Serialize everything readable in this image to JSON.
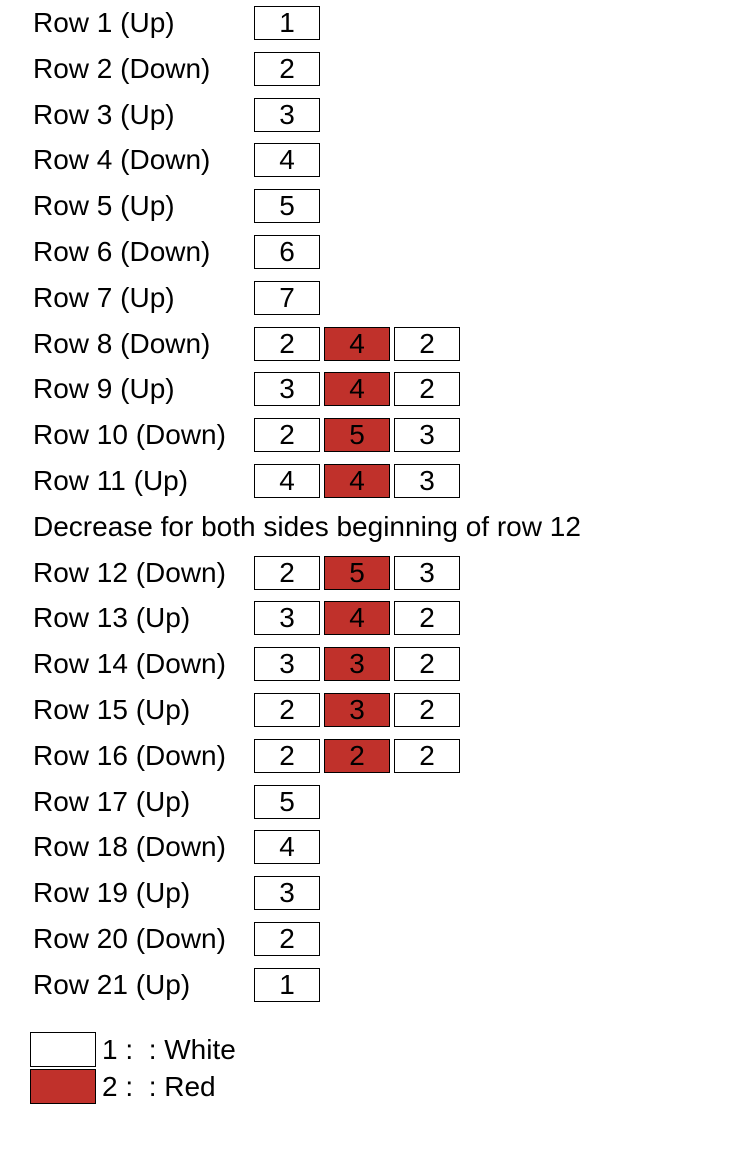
{
  "colors": {
    "white": "#ffffff",
    "red": "#c0312b"
  },
  "pattern": [
    {
      "type": "row",
      "label": "Row 1 (Up)",
      "cells": [
        {
          "count": "1",
          "color": "white"
        }
      ]
    },
    {
      "type": "row",
      "label": "Row 2 (Down)",
      "cells": [
        {
          "count": "2",
          "color": "white"
        }
      ]
    },
    {
      "type": "row",
      "label": "Row 3 (Up)",
      "cells": [
        {
          "count": "3",
          "color": "white"
        }
      ]
    },
    {
      "type": "row",
      "label": "Row 4 (Down)",
      "cells": [
        {
          "count": "4",
          "color": "white"
        }
      ]
    },
    {
      "type": "row",
      "label": "Row 5 (Up)",
      "cells": [
        {
          "count": "5",
          "color": "white"
        }
      ]
    },
    {
      "type": "row",
      "label": "Row 6 (Down)",
      "cells": [
        {
          "count": "6",
          "color": "white"
        }
      ]
    },
    {
      "type": "row",
      "label": "Row 7 (Up)",
      "cells": [
        {
          "count": "7",
          "color": "white"
        }
      ]
    },
    {
      "type": "row",
      "label": "Row 8 (Down)",
      "cells": [
        {
          "count": "2",
          "color": "white"
        },
        {
          "count": "4",
          "color": "red"
        },
        {
          "count": "2",
          "color": "white"
        }
      ]
    },
    {
      "type": "row",
      "label": "Row 9 (Up)",
      "cells": [
        {
          "count": "3",
          "color": "white"
        },
        {
          "count": "4",
          "color": "red"
        },
        {
          "count": "2",
          "color": "white"
        }
      ]
    },
    {
      "type": "row",
      "label": "Row 10 (Down)",
      "cells": [
        {
          "count": "2",
          "color": "white"
        },
        {
          "count": "5",
          "color": "red"
        },
        {
          "count": "3",
          "color": "white"
        }
      ]
    },
    {
      "type": "row",
      "label": "Row 11 (Up)",
      "cells": [
        {
          "count": "4",
          "color": "white"
        },
        {
          "count": "4",
          "color": "red"
        },
        {
          "count": "3",
          "color": "white"
        }
      ]
    },
    {
      "type": "note",
      "text": "Decrease for both sides beginning of row 12"
    },
    {
      "type": "row",
      "label": "Row 12 (Down)",
      "cells": [
        {
          "count": "2",
          "color": "white"
        },
        {
          "count": "5",
          "color": "red"
        },
        {
          "count": "3",
          "color": "white"
        }
      ]
    },
    {
      "type": "row",
      "label": "Row 13 (Up)",
      "cells": [
        {
          "count": "3",
          "color": "white"
        },
        {
          "count": "4",
          "color": "red"
        },
        {
          "count": "2",
          "color": "white"
        }
      ]
    },
    {
      "type": "row",
      "label": "Row 14 (Down)",
      "cells": [
        {
          "count": "3",
          "color": "white"
        },
        {
          "count": "3",
          "color": "red"
        },
        {
          "count": "2",
          "color": "white"
        }
      ]
    },
    {
      "type": "row",
      "label": "Row 15 (Up)",
      "cells": [
        {
          "count": "2",
          "color": "white"
        },
        {
          "count": "3",
          "color": "red"
        },
        {
          "count": "2",
          "color": "white"
        }
      ]
    },
    {
      "type": "row",
      "label": "Row 16 (Down)",
      "cells": [
        {
          "count": "2",
          "color": "white"
        },
        {
          "count": "2",
          "color": "red"
        },
        {
          "count": "2",
          "color": "white"
        }
      ]
    },
    {
      "type": "row",
      "label": "Row 17 (Up)",
      "cells": [
        {
          "count": "5",
          "color": "white"
        }
      ]
    },
    {
      "type": "row",
      "label": "Row 18 (Down)",
      "cells": [
        {
          "count": "4",
          "color": "white"
        }
      ]
    },
    {
      "type": "row",
      "label": "Row 19 (Up)",
      "cells": [
        {
          "count": "3",
          "color": "white"
        }
      ]
    },
    {
      "type": "row",
      "label": "Row 20 (Down)",
      "cells": [
        {
          "count": "2",
          "color": "white"
        }
      ]
    },
    {
      "type": "row",
      "label": "Row 21 (Up)",
      "cells": [
        {
          "count": "1",
          "color": "white"
        }
      ]
    }
  ],
  "legend": [
    {
      "color": "white",
      "text": "1 :  : White"
    },
    {
      "color": "red",
      "text": "2 :  : Red"
    }
  ]
}
